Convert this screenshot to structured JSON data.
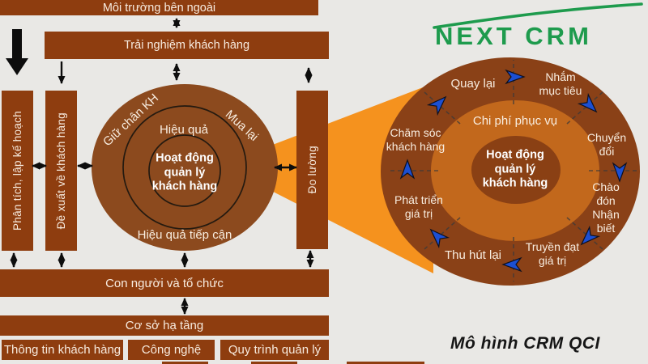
{
  "outer": {
    "top_bar": "Môi trường bên ngoài",
    "experience_bar": "Trải nghiệm khách hàng"
  },
  "columns": {
    "planning": "Phân tích, lập kế hoạch",
    "proposition": "Đề xuất về khách hàng",
    "measurement": "Đo lường"
  },
  "left_circle": {
    "ring_top_left": "Giữ chân KH",
    "ring_top_right": "Mua lại",
    "ring_top": "Hiệu quả",
    "ring_bottom": "Hiệu quả tiếp cận",
    "center": "Hoạt động\nquản lý\nkhách hàng"
  },
  "bottom": {
    "people_bar": "Con người và tổ chức",
    "infrastructure_bar": "Cơ sở hạ tầng",
    "boxes": [
      {
        "label": "Thông tin khách hàng"
      },
      {
        "label": "Công nghệ"
      },
      {
        "label": "Quy trình quản lý"
      }
    ]
  },
  "right_circle": {
    "center": "Hoạt động\nquản lý\nkhách hàng",
    "middle_ring_label": "Chi phí phục vụ",
    "stages": [
      {
        "label": "Quay lại"
      },
      {
        "label": "Nhắm\nmục tiêu"
      },
      {
        "label": "Chuyển\nđổi"
      },
      {
        "label": "Chào đón\nNhận biết"
      },
      {
        "label": "Truyền đạt\ngiá trị"
      },
      {
        "label": "Thu hút lại"
      },
      {
        "label": "Phát triển\ngiá trị"
      },
      {
        "label": "Chăm sóc\nkhách hàng"
      }
    ]
  },
  "logo": {
    "text": "NEXT CRM",
    "color": "#1e9b4d"
  },
  "caption": "Mô hình CRM QCI",
  "colors": {
    "background": "#e9e8e5",
    "bar_brown": "#8e3d0f",
    "left_wheel_brown": "#8c4a1e",
    "right_outer_ring": "#8a4117",
    "right_middle_ring": "#c2681c",
    "right_inner_circle": "#8a4014",
    "beam_orange": "#f5921e",
    "dart_blue": "#1c4fd2",
    "arrow_black": "#0d0d0d"
  }
}
